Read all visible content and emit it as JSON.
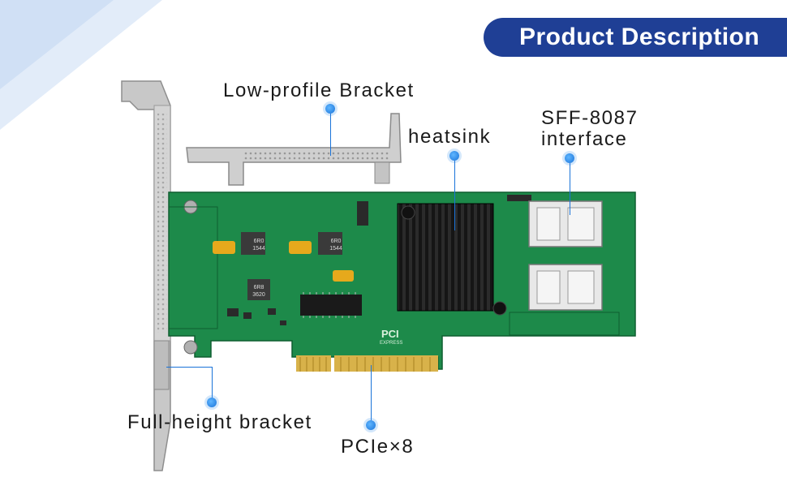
{
  "header": {
    "title": "Product Description"
  },
  "labels": {
    "low_profile": "Low-profile Bracket",
    "heatsink": "heatsink",
    "sff_line1": "SFF-8087",
    "sff_line2": "interface",
    "full_height": "Full-height bracket",
    "pcie": "PCIe×8"
  },
  "board": {
    "pcie_text": "PCI",
    "pcie_sub": "EXPRESS",
    "chip_codes": [
      "6R0",
      "1544",
      "6R0",
      "1544",
      "6R8",
      "3620"
    ]
  },
  "colors": {
    "accent": "#1f3f95",
    "pcb": "#1d8a4a",
    "callout": "#1a73d9"
  }
}
